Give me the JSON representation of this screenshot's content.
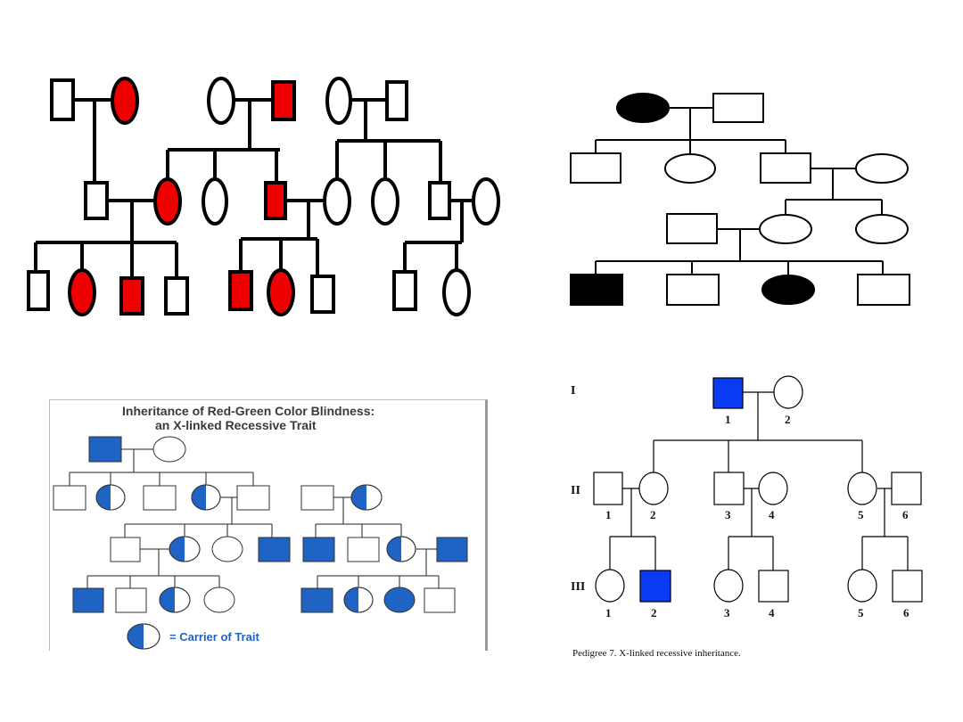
{
  "colors": {
    "red_affected": "#ee0000",
    "black_affected": "#000000",
    "blue_affected": "#1f63c4",
    "bright_blue_affected": "#0a3cf5",
    "line": "#000000"
  },
  "panel_red_pedigree": {},
  "panel_black_pedigree": {},
  "panel_color_blindness": {
    "title_line1": "Inheritance of Red-Green Color Blindness:",
    "title_line2": "an X-linked Recessive Trait",
    "legend_text": "= Carrier of Trait"
  },
  "panel_numbered_pedigree": {
    "generation_labels": [
      "I",
      "II",
      "III"
    ],
    "gen1_numbers": [
      "1",
      "2"
    ],
    "gen2_numbers": [
      "1",
      "2",
      "3",
      "4",
      "5",
      "6"
    ],
    "gen3_numbers": [
      "1",
      "2",
      "3",
      "4",
      "5",
      "6"
    ],
    "caption": "Pedigree 7. X-linked recessive inheritance."
  }
}
